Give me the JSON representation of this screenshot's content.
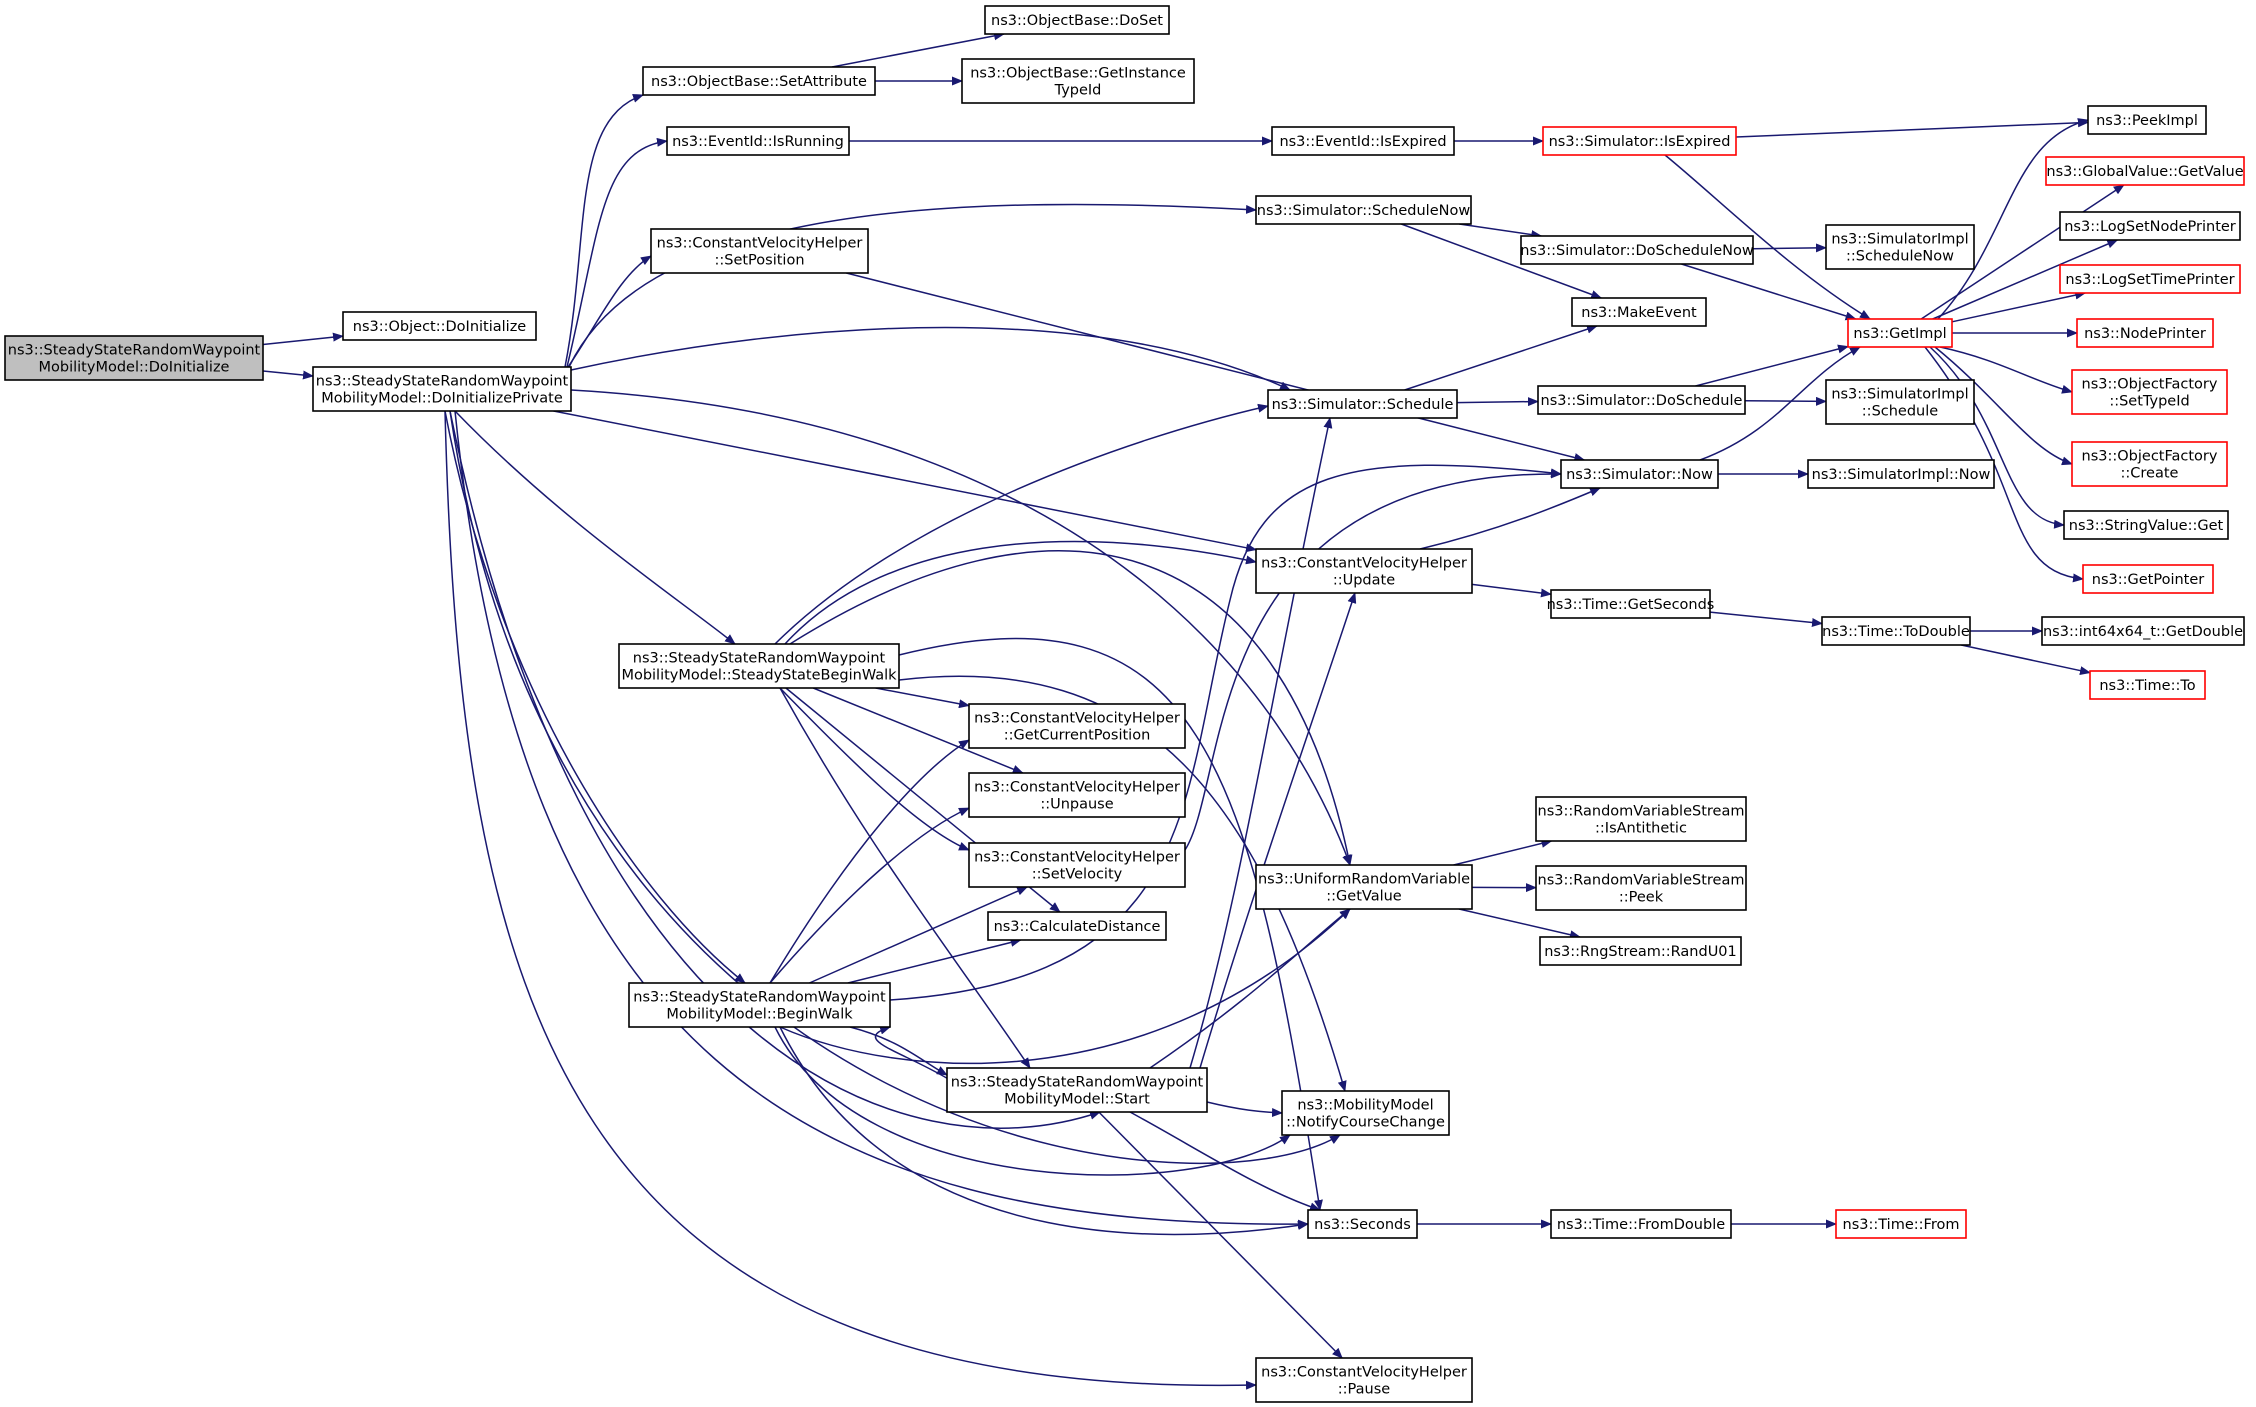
{
  "nodes": [
    {
      "id": "n0",
      "lines": [
        "ns3::SteadyStateRandomWaypoint",
        "MobilityModel::DoInitialize"
      ],
      "root": true
    },
    {
      "id": "n1",
      "lines": [
        "ns3::Object::DoInitialize"
      ]
    },
    {
      "id": "n2",
      "lines": [
        "ns3::SteadyStateRandomWaypoint",
        "MobilityModel::DoInitializePrivate"
      ]
    },
    {
      "id": "n3",
      "lines": [
        "ns3::ObjectBase::SetAttribute"
      ]
    },
    {
      "id": "n4",
      "lines": [
        "ns3::ObjectBase::DoSet"
      ]
    },
    {
      "id": "n5",
      "lines": [
        "ns3::ObjectBase::GetInstance",
        "TypeId"
      ]
    },
    {
      "id": "n6",
      "lines": [
        "ns3::EventId::IsRunning"
      ]
    },
    {
      "id": "n7",
      "lines": [
        "ns3::EventId::IsExpired"
      ]
    },
    {
      "id": "n8",
      "lines": [
        "ns3::Simulator::IsExpired"
      ],
      "truncated": true
    },
    {
      "id": "n9",
      "lines": [
        "ns3::PeekImpl"
      ]
    },
    {
      "id": "n10",
      "lines": [
        "ns3::GetImpl"
      ],
      "truncated": true
    },
    {
      "id": "n11",
      "lines": [
        "ns3::GlobalValue::GetValue"
      ],
      "truncated": true
    },
    {
      "id": "n12",
      "lines": [
        "ns3::LogSetNodePrinter"
      ]
    },
    {
      "id": "n13",
      "lines": [
        "ns3::LogSetTimePrinter"
      ],
      "truncated": true
    },
    {
      "id": "n14",
      "lines": [
        "ns3::NodePrinter"
      ],
      "truncated": true
    },
    {
      "id": "n15",
      "lines": [
        "ns3::ObjectFactory",
        "::SetTypeId"
      ],
      "truncated": true
    },
    {
      "id": "n16",
      "lines": [
        "ns3::ObjectFactory",
        "::Create"
      ],
      "truncated": true
    },
    {
      "id": "n17",
      "lines": [
        "ns3::StringValue::Get"
      ]
    },
    {
      "id": "n18",
      "lines": [
        "ns3::GetPointer"
      ],
      "truncated": true
    },
    {
      "id": "n19",
      "lines": [
        "ns3::Simulator::ScheduleNow"
      ]
    },
    {
      "id": "n20",
      "lines": [
        "ns3::Simulator::DoScheduleNow"
      ]
    },
    {
      "id": "n21",
      "lines": [
        "ns3::SimulatorImpl",
        "::ScheduleNow"
      ]
    },
    {
      "id": "n22",
      "lines": [
        "ns3::MakeEvent"
      ]
    },
    {
      "id": "n23",
      "lines": [
        "ns3::ConstantVelocityHelper",
        "::SetPosition"
      ]
    },
    {
      "id": "n24",
      "lines": [
        "ns3::Simulator::Now"
      ]
    },
    {
      "id": "n25",
      "lines": [
        "ns3::SimulatorImpl::Now"
      ]
    },
    {
      "id": "n26",
      "lines": [
        "ns3::Simulator::Schedule"
      ]
    },
    {
      "id": "n27",
      "lines": [
        "ns3::Simulator::DoSchedule"
      ]
    },
    {
      "id": "n28",
      "lines": [
        "ns3::SimulatorImpl",
        "::Schedule"
      ]
    },
    {
      "id": "n29",
      "lines": [
        "ns3::ConstantVelocityHelper",
        "::Update"
      ]
    },
    {
      "id": "n30",
      "lines": [
        "ns3::Time::GetSeconds"
      ]
    },
    {
      "id": "n31",
      "lines": [
        "ns3::Time::ToDouble"
      ]
    },
    {
      "id": "n32",
      "lines": [
        "ns3::int64x64_t::GetDouble"
      ]
    },
    {
      "id": "n33",
      "lines": [
        "ns3::Time::To"
      ],
      "truncated": true
    },
    {
      "id": "n34",
      "lines": [
        "ns3::SteadyStateRandomWaypoint",
        "MobilityModel::SteadyStateBeginWalk"
      ]
    },
    {
      "id": "n35",
      "lines": [
        "ns3::ConstantVelocityHelper",
        "::GetCurrentPosition"
      ]
    },
    {
      "id": "n36",
      "lines": [
        "ns3::ConstantVelocityHelper",
        "::Unpause"
      ]
    },
    {
      "id": "n37",
      "lines": [
        "ns3::ConstantVelocityHelper",
        "::SetVelocity"
      ]
    },
    {
      "id": "n38",
      "lines": [
        "ns3::CalculateDistance"
      ]
    },
    {
      "id": "n39",
      "lines": [
        "ns3::UniformRandomVariable",
        "::GetValue"
      ]
    },
    {
      "id": "n40",
      "lines": [
        "ns3::RandomVariableStream",
        "::IsAntithetic"
      ]
    },
    {
      "id": "n41",
      "lines": [
        "ns3::RandomVariableStream",
        "::Peek"
      ]
    },
    {
      "id": "n42",
      "lines": [
        "ns3::RngStream::RandU01"
      ]
    },
    {
      "id": "n43",
      "lines": [
        "ns3::SteadyStateRandomWaypoint",
        "MobilityModel::BeginWalk"
      ]
    },
    {
      "id": "n44",
      "lines": [
        "ns3::SteadyStateRandomWaypoint",
        "MobilityModel::Start"
      ]
    },
    {
      "id": "n45",
      "lines": [
        "ns3::MobilityModel",
        "::NotifyCourseChange"
      ]
    },
    {
      "id": "n46",
      "lines": [
        "ns3::Seconds"
      ]
    },
    {
      "id": "n47",
      "lines": [
        "ns3::Time::FromDouble"
      ]
    },
    {
      "id": "n48",
      "lines": [
        "ns3::Time::From"
      ],
      "truncated": true
    },
    {
      "id": "n49",
      "lines": [
        "ns3::ConstantVelocityHelper",
        "::Pause"
      ]
    }
  ],
  "edges": [
    [
      "n0",
      "n1"
    ],
    [
      "n0",
      "n2"
    ],
    [
      "n2",
      "n3"
    ],
    [
      "n2",
      "n6"
    ],
    [
      "n2",
      "n19"
    ],
    [
      "n2",
      "n23"
    ],
    [
      "n2",
      "n26"
    ],
    [
      "n2",
      "n29"
    ],
    [
      "n2",
      "n39"
    ],
    [
      "n2",
      "n34"
    ],
    [
      "n2",
      "n43"
    ],
    [
      "n2",
      "n44"
    ],
    [
      "n2",
      "n45"
    ],
    [
      "n2",
      "n46"
    ],
    [
      "n2",
      "n49"
    ],
    [
      "n3",
      "n4"
    ],
    [
      "n3",
      "n5"
    ],
    [
      "n6",
      "n7"
    ],
    [
      "n7",
      "n8"
    ],
    [
      "n8",
      "n9"
    ],
    [
      "n8",
      "n10"
    ],
    [
      "n10",
      "n9"
    ],
    [
      "n10",
      "n11"
    ],
    [
      "n10",
      "n12"
    ],
    [
      "n10",
      "n13"
    ],
    [
      "n10",
      "n14"
    ],
    [
      "n10",
      "n15"
    ],
    [
      "n10",
      "n16"
    ],
    [
      "n10",
      "n17"
    ],
    [
      "n10",
      "n18"
    ],
    [
      "n19",
      "n20"
    ],
    [
      "n19",
      "n22"
    ],
    [
      "n20",
      "n21"
    ],
    [
      "n20",
      "n10"
    ],
    [
      "n23",
      "n24"
    ],
    [
      "n24",
      "n25"
    ],
    [
      "n24",
      "n10"
    ],
    [
      "n26",
      "n22"
    ],
    [
      "n26",
      "n27"
    ],
    [
      "n27",
      "n28"
    ],
    [
      "n27",
      "n10"
    ],
    [
      "n29",
      "n24"
    ],
    [
      "n29",
      "n30"
    ],
    [
      "n30",
      "n31"
    ],
    [
      "n31",
      "n32"
    ],
    [
      "n31",
      "n33"
    ],
    [
      "n34",
      "n26"
    ],
    [
      "n34",
      "n29"
    ],
    [
      "n34",
      "n35"
    ],
    [
      "n34",
      "n36"
    ],
    [
      "n34",
      "n37"
    ],
    [
      "n34",
      "n38"
    ],
    [
      "n34",
      "n39"
    ],
    [
      "n34",
      "n44"
    ],
    [
      "n34",
      "n45"
    ],
    [
      "n34",
      "n46"
    ],
    [
      "n37",
      "n24"
    ],
    [
      "n39",
      "n40"
    ],
    [
      "n39",
      "n41"
    ],
    [
      "n39",
      "n42"
    ],
    [
      "n43",
      "n35"
    ],
    [
      "n43",
      "n36"
    ],
    [
      "n43",
      "n37"
    ],
    [
      "n43",
      "n38"
    ],
    [
      "n43",
      "n39"
    ],
    [
      "n43",
      "n44"
    ],
    [
      "n43",
      "n45"
    ],
    [
      "n43",
      "n46"
    ],
    [
      "n43",
      "n24"
    ],
    [
      "n44",
      "n26"
    ],
    [
      "n44",
      "n29"
    ],
    [
      "n44",
      "n39"
    ],
    [
      "n44",
      "n45"
    ],
    [
      "n44",
      "n46"
    ],
    [
      "n44",
      "n49"
    ],
    [
      "n44",
      "n43"
    ],
    [
      "n46",
      "n47"
    ],
    [
      "n47",
      "n48"
    ]
  ]
}
